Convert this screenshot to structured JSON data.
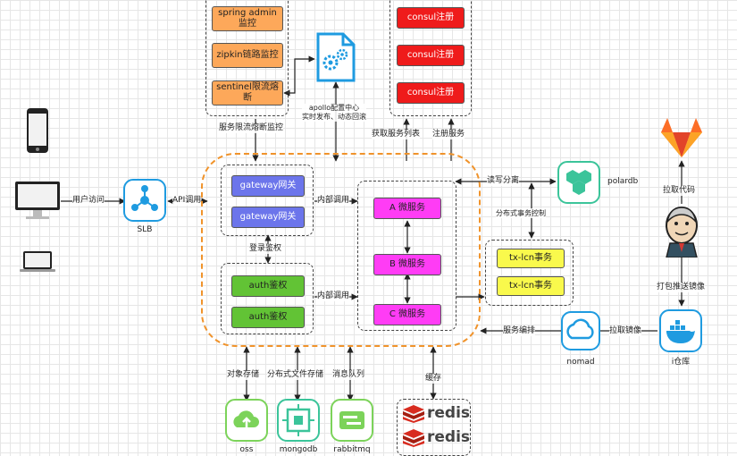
{
  "monitor_group": {
    "items": [
      "spring admin 监控",
      "zipkin链路监控",
      "sentinel限流熔断"
    ]
  },
  "consul_group": {
    "items": [
      "consul注册",
      "consul注册",
      "consul注册"
    ]
  },
  "gateway_group": {
    "items": [
      "gateway网关",
      "gateway网关"
    ]
  },
  "auth_group": {
    "items": [
      "auth鉴权",
      "auth鉴权"
    ]
  },
  "service_group": {
    "items": [
      "A 微服务",
      "B 微服务",
      "C 微服务"
    ]
  },
  "tx_group": {
    "items": [
      "tx-lcn事务",
      "tx-lcn事务"
    ]
  },
  "labels": {
    "apollo": "apollo配置中心\n实时发布、动态回滚",
    "monitor": "服务限流熔断监控",
    "get_services": "获取服务列表",
    "register": "注册服务",
    "user_access": "用户访问",
    "api_call": "API调用",
    "internal_call_1": "内部调用",
    "internal_call_2": "内部调用",
    "login_auth": "登录鉴权",
    "rw_split": "读写分离",
    "dist_tx": "分布式事务控制",
    "pull_code": "拉取代码",
    "package_push": "打包推送镜像",
    "pull_image": "拉取镜像",
    "orchestrate": "服务编排",
    "object_storage": "对象存储",
    "dfs": "分布式文件存储",
    "mq": "消息队列",
    "cache": "缓存"
  },
  "nodes": {
    "slb": "SLB",
    "polardb": "polardb",
    "nomad": "nomad",
    "registry": "i仓库",
    "oss": "oss",
    "mongodb": "mongodb",
    "rabbitmq": "rabbitmq",
    "redis1": "redis",
    "redis2": "redis"
  },
  "colors": {
    "orange_box": "#fda85a",
    "red_box": "#ef1b1b",
    "blue_box": "#6c75eb",
    "green_box": "#62c335",
    "magenta_box": "#ff3cf5",
    "yellow_box": "#f9f94c",
    "group_outline": "#f0932b",
    "icon_blue": "#1f9be0",
    "icon_teal": "#3bc49a"
  }
}
